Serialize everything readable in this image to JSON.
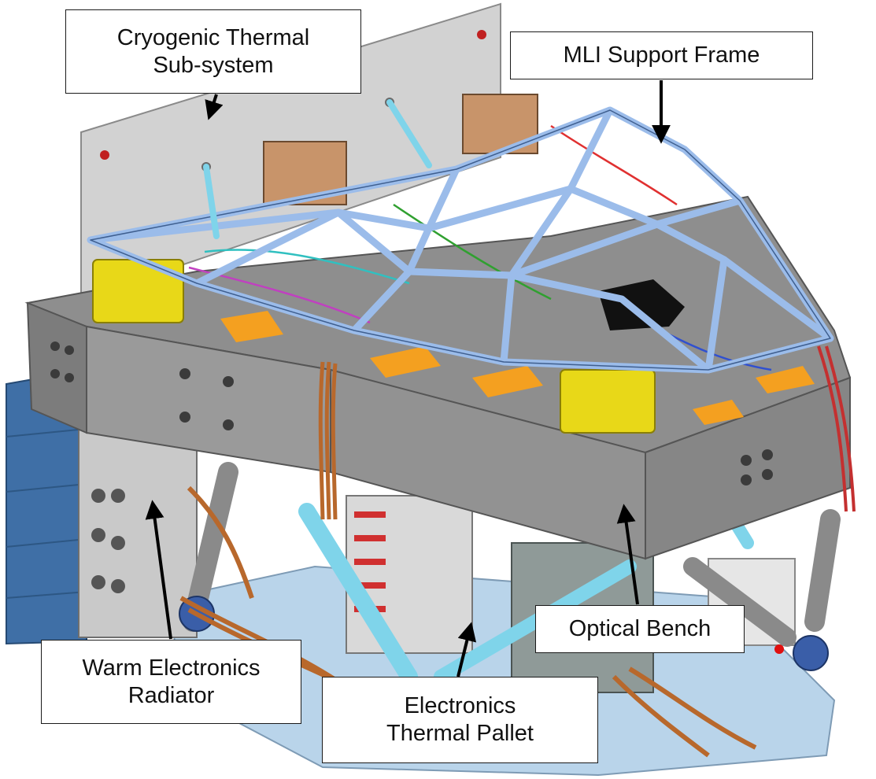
{
  "callouts": {
    "cryogenic_thermal": {
      "line1": "Cryogenic Thermal",
      "line2": "Sub-system"
    },
    "mli_support_frame": {
      "line1": "MLI Support Frame"
    },
    "optical_bench": {
      "line1": "Optical Bench"
    },
    "warm_electronics_radiator": {
      "line1": "Warm Electronics",
      "line2": "Radiator"
    },
    "electronics_thermal_pallet": {
      "line1": "Electronics",
      "line2": "Thermal Pallet"
    }
  },
  "colors": {
    "bench_top": "#8e8e8e",
    "bench_side": "#7c7c7c",
    "bench_front": "#9a9a9a",
    "radiator_panel": "#d2d2d2",
    "mli_frame": "#9bbcea",
    "mli_frame_edge": "#3f5f8f",
    "warm_radiator": "#3f6fa6",
    "base_pallet": "#b9d4ea",
    "harness_copper": "#b8682c",
    "box_tan": "#c8946a",
    "yellow_connector": "#e8d818",
    "strut_grey": "#8a8a8a",
    "strut_cyan": "#7fd4ea",
    "thermal_pad_orange": "#f4a020",
    "arrow": "#000000"
  }
}
